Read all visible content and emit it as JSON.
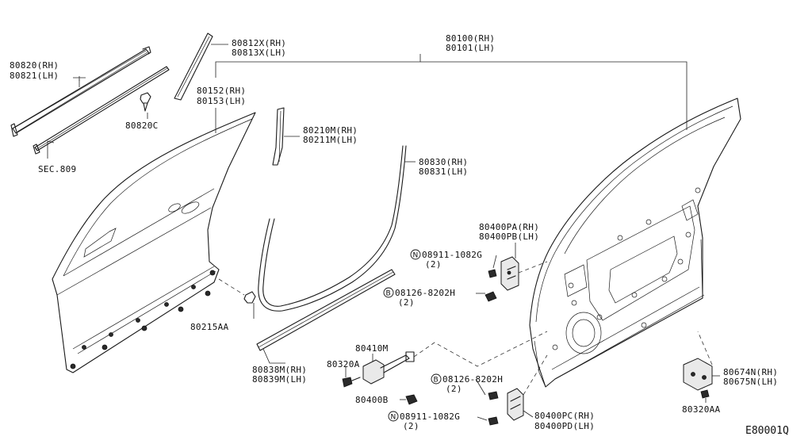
{
  "parts": {
    "p80820": {
      "rh": "80820(RH)",
      "lh": "80821(LH)"
    },
    "sec809": "SEC.809",
    "p80812": {
      "rh": "80812X(RH)",
      "lh": "80813X(LH)"
    },
    "p80820c": "80820C",
    "p80152": {
      "rh": "80152(RH)",
      "lh": "80153(LH)"
    },
    "p80100": {
      "rh": "80100(RH)",
      "lh": "80101(LH)"
    },
    "p80210": {
      "rh": "80210M(RH)",
      "lh": "80211M(LH)"
    },
    "p80830": {
      "rh": "80830(RH)",
      "lh": "80831(LH)"
    },
    "p80400pa": {
      "rh": "80400PA(RH)",
      "lh": "80400PB(LH)"
    },
    "n08911_top": {
      "symbol": "N",
      "code": "08911-1082G",
      "qty": "(2)"
    },
    "b08126_top": {
      "symbol": "B",
      "code": "08126-8202H",
      "qty": "(2)"
    },
    "p80215": "80215AA",
    "p80838": {
      "rh": "80838M(RH)",
      "lh": "80839M(LH)"
    },
    "p80410": "80410M",
    "p80320a": "80320A",
    "b08126_bot": {
      "symbol": "B",
      "code": "08126-8202H",
      "qty": "(2)"
    },
    "p80400b": "80400B",
    "n08911_bot": {
      "symbol": "N",
      "code": "08911-1082G",
      "qty": "(2)"
    },
    "p80400pc": {
      "rh": "80400PC(RH)",
      "lh": "80400PD(LH)"
    },
    "p80674": {
      "rh": "80674N(RH)",
      "lh": "80675N(LH)"
    },
    "p80320aa": "80320AA",
    "diagram_code": "E80001Q"
  }
}
